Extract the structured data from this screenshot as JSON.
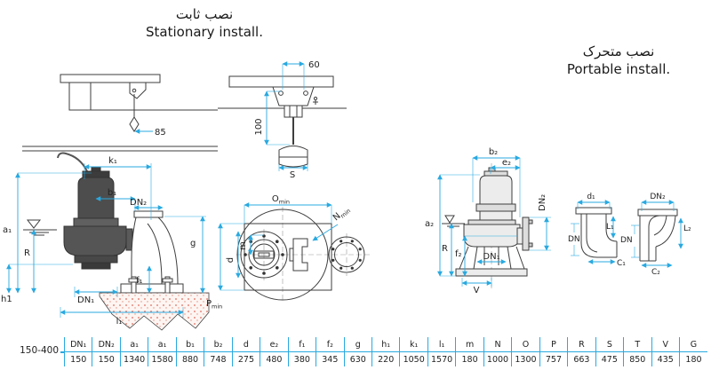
{
  "titles": {
    "stationary_fa": "نصب ثابت",
    "stationary_en": "Stationary install.",
    "portable_fa": "نصب متحرک",
    "portable_en": "Portable install."
  },
  "colors": {
    "dimension_line": "#29a9e0",
    "drawing_line": "#3e3e3e",
    "concrete_dot": "#df6a5a"
  },
  "stationary": {
    "labels": {
      "hoist": "85",
      "k1": "k₁",
      "b1": "b₁",
      "dn2": "DN₂",
      "a1": "a₁",
      "r": "R",
      "h1": "h1",
      "dn1": "DN₁",
      "f1": "f₁",
      "g": "g",
      "l1": "l₁"
    }
  },
  "hoist_bracket": {
    "labels": {
      "width": "60",
      "height": "100",
      "s": "S"
    }
  },
  "top_view": {
    "labels": {
      "o": "O",
      "n": "N",
      "p": "P",
      "sub_min": "min",
      "d": "d",
      "m": "m"
    }
  },
  "portable": {
    "labels": {
      "b2": "b₂",
      "e2": "e₂",
      "a2": "a₂",
      "r": "R",
      "f2": "f₂",
      "dn1": "DN₁",
      "v": "V",
      "dn2": "DN₂"
    }
  },
  "elbows": {
    "left": {
      "d1": "d₁",
      "dn": "DN",
      "l1": "L₁",
      "c1": "C₁"
    },
    "right": {
      "dn2": "DN₂",
      "dn": "DN",
      "l2": "L₂",
      "c2": "C₂"
    }
  },
  "table": {
    "row_label": "150-400",
    "headers": [
      "DN₁",
      "DN₂",
      "a₁",
      "a₁",
      "b₁",
      "b₂",
      "d",
      "e₂",
      "f₁",
      "f₂",
      "g",
      "h₁",
      "k₁",
      "l₁",
      "m",
      "N",
      "O",
      "P",
      "R",
      "S",
      "T",
      "V",
      "G"
    ],
    "values": [
      "150",
      "150",
      "1340",
      "1580",
      "880",
      "748",
      "275",
      "480",
      "380",
      "345",
      "630",
      "220",
      "1050",
      "1570",
      "180",
      "1000",
      "1300",
      "757",
      "663",
      "475",
      "850",
      "435",
      "180"
    ]
  }
}
